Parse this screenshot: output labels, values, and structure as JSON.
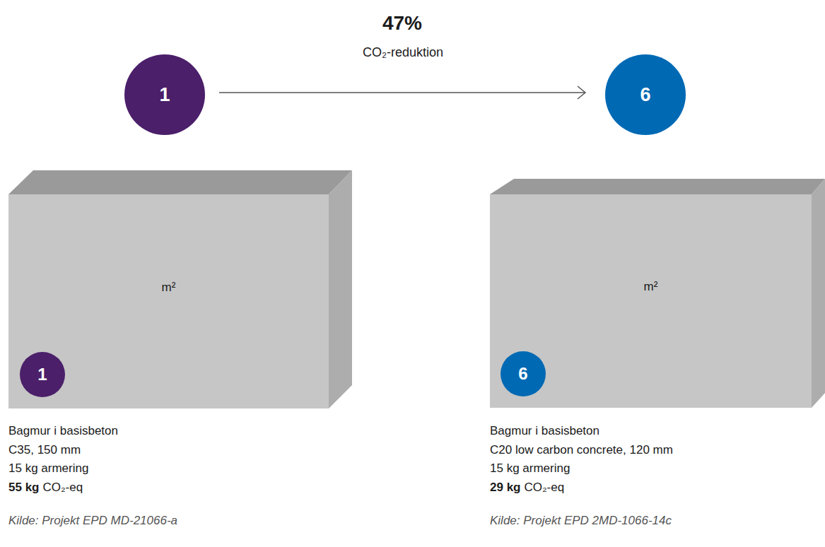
{
  "diagram": {
    "nodes": [
      {
        "text": [
          "1"
        ]
      },
      {
        "text": [
          "6"
        ]
      },
      {
        "text": [
          "m²"
        ]
      },
      {
        "text": [
          "1"
        ],
        "in": 2
      },
      {
        "text": [
          "m²"
        ]
      },
      {
        "text": [
          "6"
        ],
        "in": 4
      }
    ],
    "edges": [
      {
        "from": 0,
        "to": 1,
        "arrow": "to",
        "label": "47%"
      }
    ],
    "labels": [
      "CO₂-reduktion",
      "Bagmur i basisbeton",
      "C35, 150 mm",
      "15 kg armering",
      "55 kg",
      "CO₂-eq",
      "Kilde: Projekt EPD MD-21066-a",
      "Bagmur i basisbeton",
      "C20 low carbon concrete, 120 mm",
      "15 kg armering",
      "29 kg",
      "CO₂-eq",
      "Kilde: Projekt EPD 2MD-1066-14c"
    ]
  }
}
